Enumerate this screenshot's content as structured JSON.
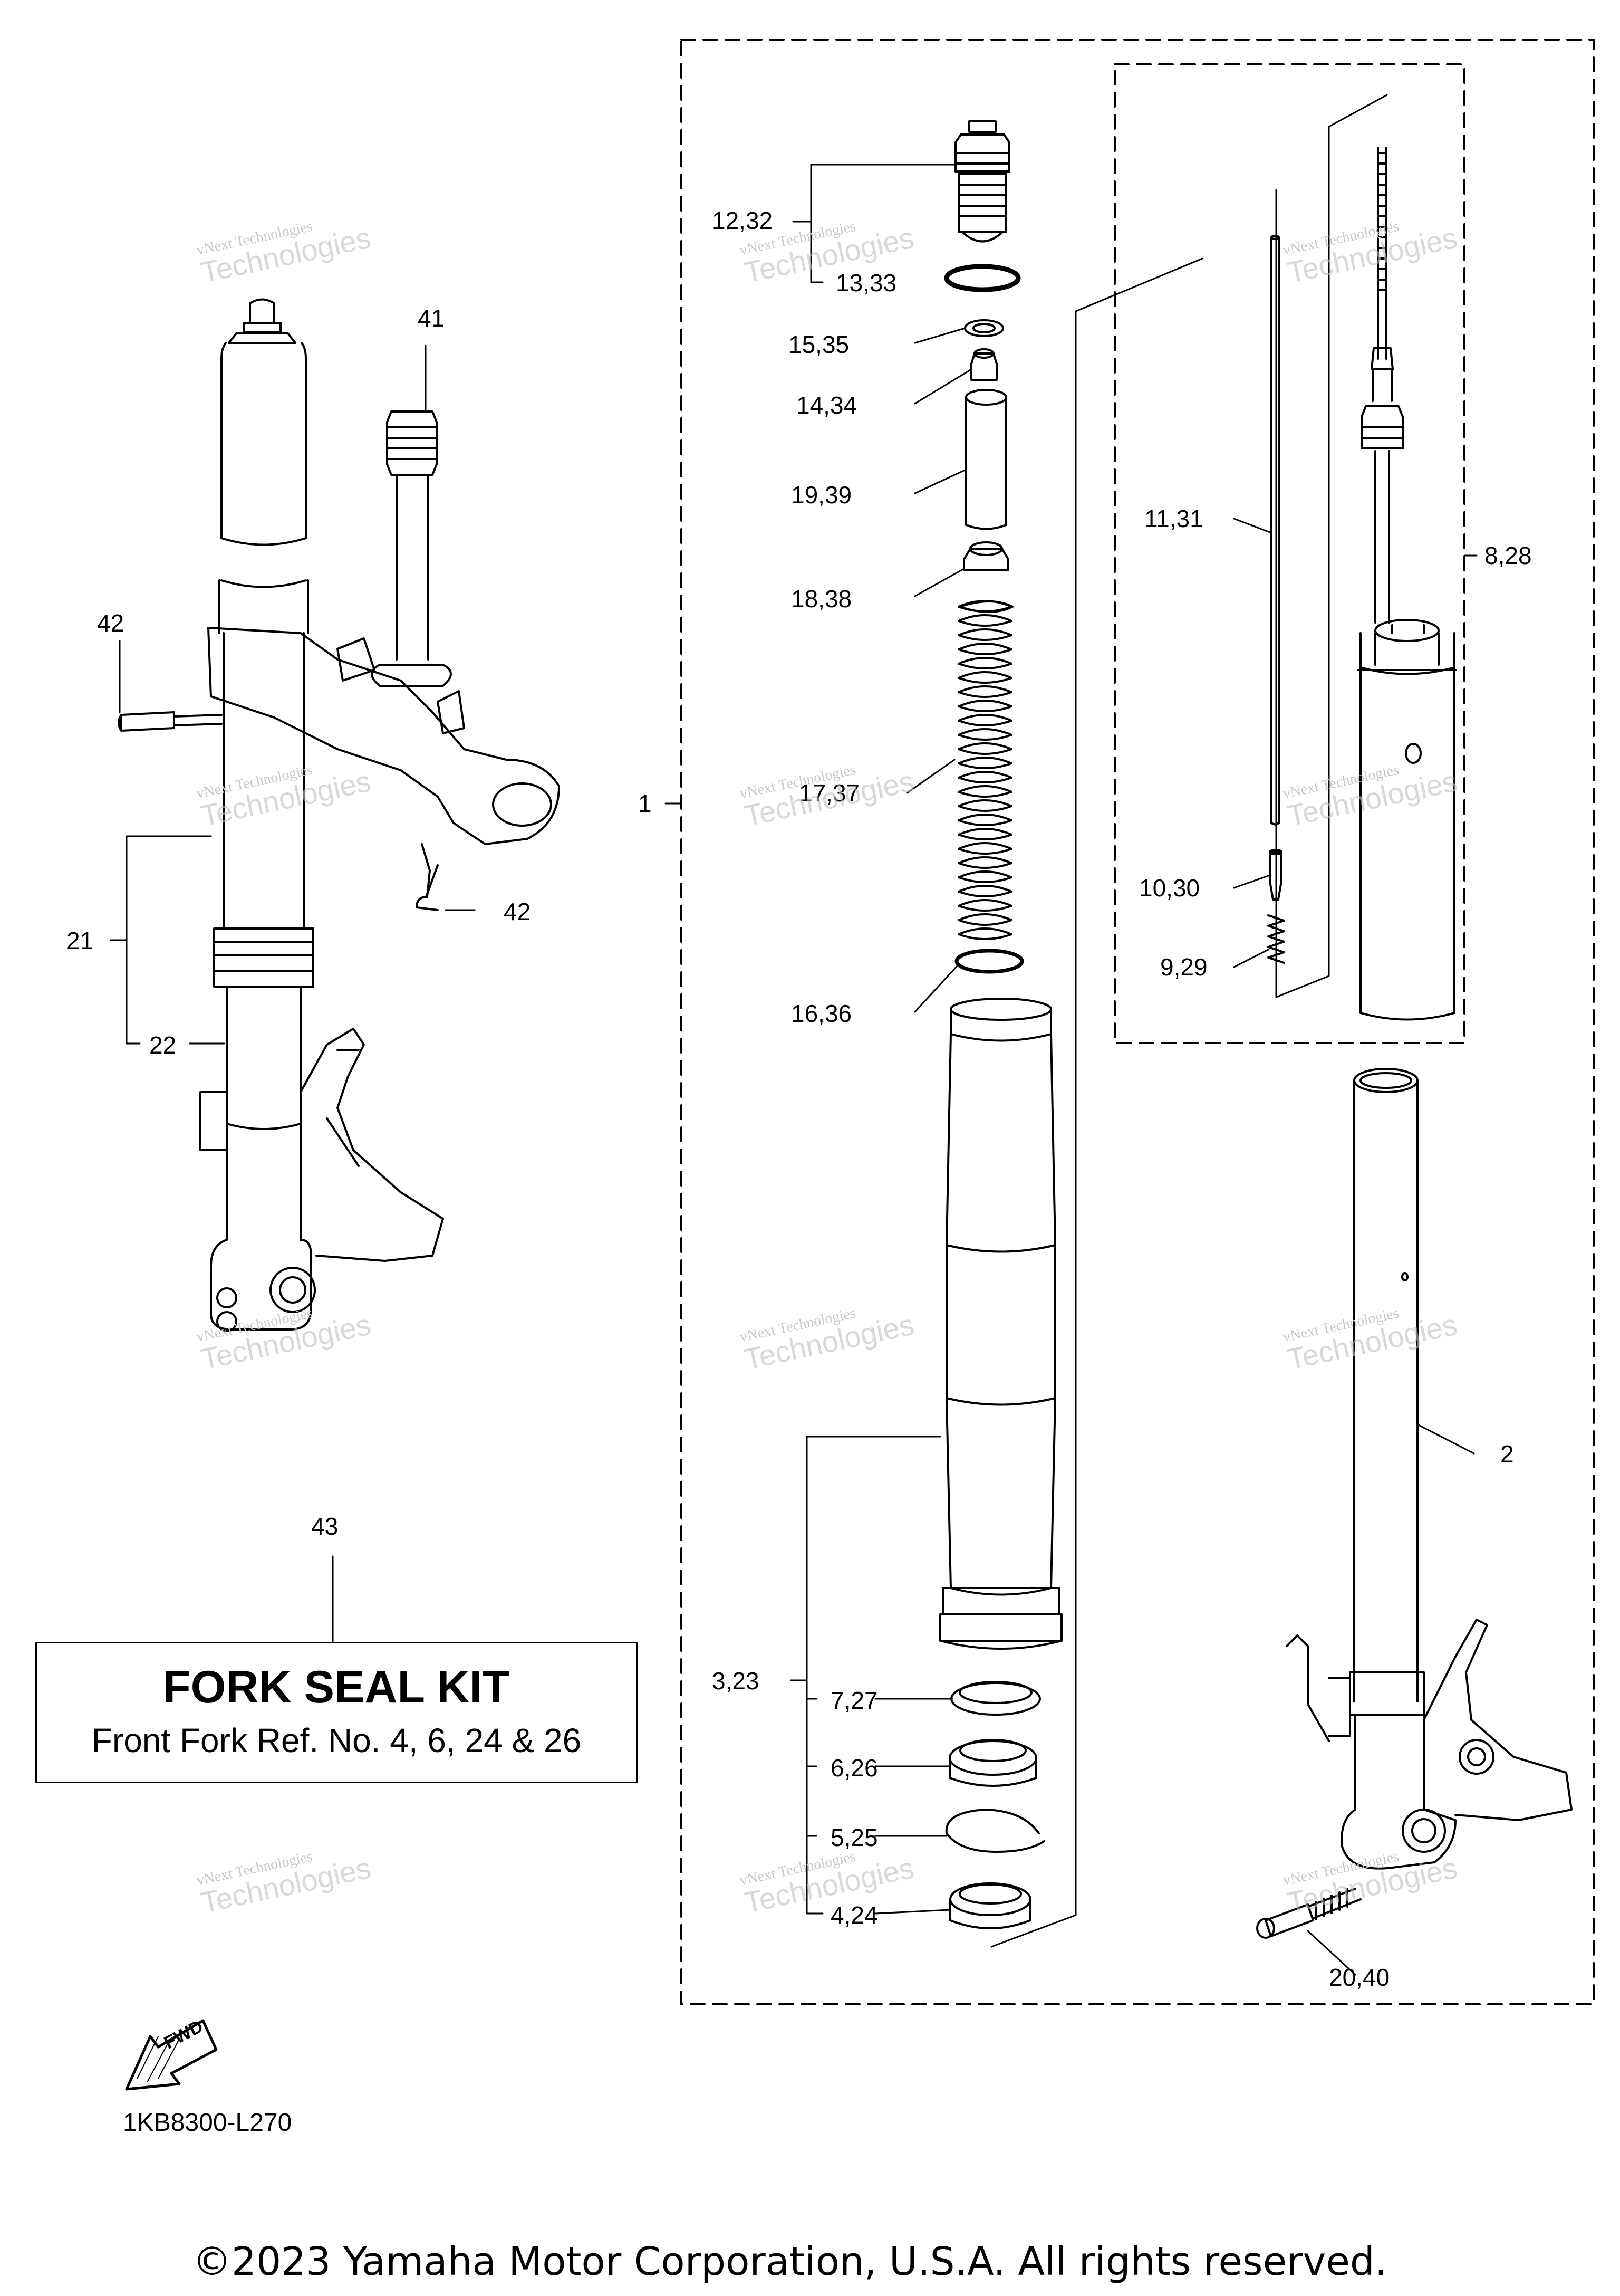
{
  "callouts": {
    "c1": "1",
    "c2": "2",
    "c3_23": "3,23",
    "c4_24": "4,24",
    "c5_25": "5,25",
    "c6_26": "6,26",
    "c7_27": "7,27",
    "c8_28": "8,28",
    "c9_29": "9,29",
    "c10_30": "10,30",
    "c11_31": "11,31",
    "c12_32": "12,32",
    "c13_33": "13,33",
    "c14_34": "14,34",
    "c15_35": "15,35",
    "c16_36": "16,36",
    "c17_37": "17,37",
    "c18_38": "18,38",
    "c19_39": "19,39",
    "c20_40": "20,40",
    "c21": "21",
    "c22": "22",
    "c41": "41",
    "c42a": "42",
    "c42b": "42",
    "c43": "43"
  },
  "kit": {
    "title": "FORK SEAL KIT",
    "subtitle": "Front Fork Ref. No. 4, 6, 24 & 26"
  },
  "diagram_code": "1KB8300-L270",
  "fwd_icon_label": "FWD",
  "watermark": {
    "small": "vNext Technologies",
    "big": "Technologies"
  },
  "copyright": "©2023 Yamaha Motor Corporation, U.S.A. All rights reserved."
}
